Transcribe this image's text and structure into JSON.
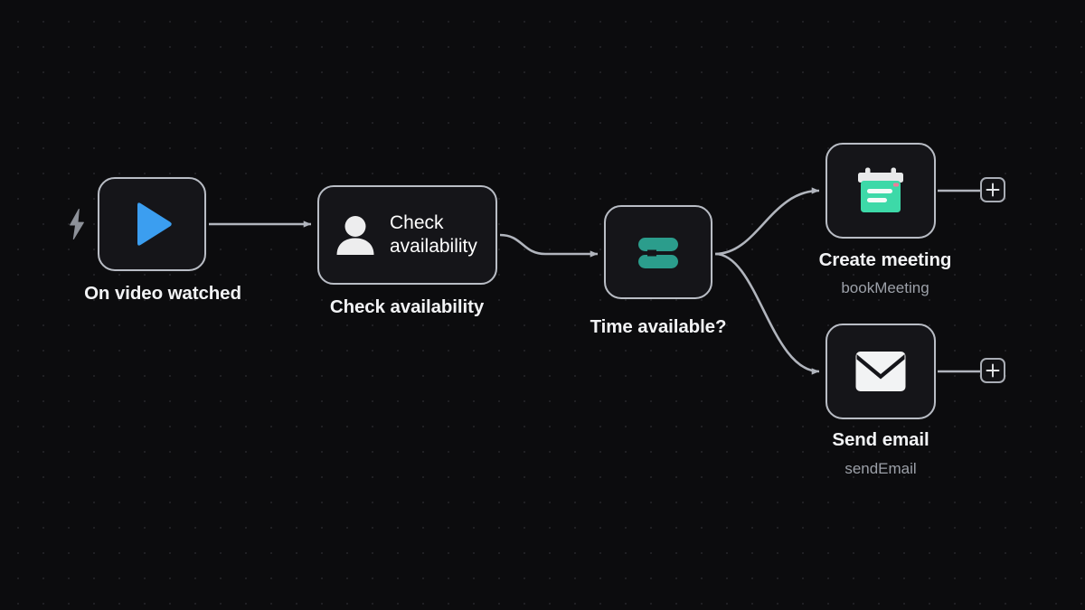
{
  "canvas": {
    "background_color": "#0c0c0e",
    "dot_color": "#232327",
    "node_border_color": "#b9bdc5",
    "node_fill_color": "#151519",
    "edge_color": "#b1b5bd",
    "accent_blue": "#3b9ef0",
    "accent_teal": "#2b9d8c",
    "accent_green": "#3dd9a8",
    "label_color": "#f2f3f5",
    "sublabel_color": "#9ca0a8"
  },
  "nodes": [
    {
      "id": "trigger",
      "type": "trigger",
      "icon": "play-icon",
      "label": "On video watched",
      "sublabel": ""
    },
    {
      "id": "check-availability",
      "type": "action",
      "icon": "person-avatar-icon",
      "inner_line1": "Check",
      "inner_line2": "availability",
      "label": "Check availability",
      "sublabel": ""
    },
    {
      "id": "time-available",
      "type": "decision",
      "icon": "branch-split-icon",
      "label": "Time available?",
      "sublabel": ""
    },
    {
      "id": "create-meeting",
      "type": "action",
      "icon": "calendar-icon",
      "label": "Create meeting",
      "sublabel": "bookMeeting"
    },
    {
      "id": "send-email",
      "type": "action",
      "icon": "envelope-icon",
      "label": "Send email",
      "sublabel": "sendEmail"
    }
  ],
  "trigger_badge": {
    "icon": "lightning-bolt-icon"
  },
  "add_buttons": [
    {
      "id": "add-after-create-meeting",
      "icon": "plus-icon",
      "label": "+"
    },
    {
      "id": "add-after-send-email",
      "icon": "plus-icon",
      "label": "+"
    }
  ],
  "edges": [
    {
      "from": "trigger",
      "to": "check-availability",
      "style": "straight-arrow"
    },
    {
      "from": "check-availability",
      "to": "time-available",
      "style": "s-curve-arrow"
    },
    {
      "from": "time-available",
      "to": "create-meeting",
      "style": "bezier-arrow-up"
    },
    {
      "from": "time-available",
      "to": "send-email",
      "style": "bezier-arrow-down"
    },
    {
      "from": "create-meeting",
      "to": "add-after-create-meeting",
      "style": "straight-line"
    },
    {
      "from": "send-email",
      "to": "add-after-send-email",
      "style": "straight-line"
    }
  ]
}
